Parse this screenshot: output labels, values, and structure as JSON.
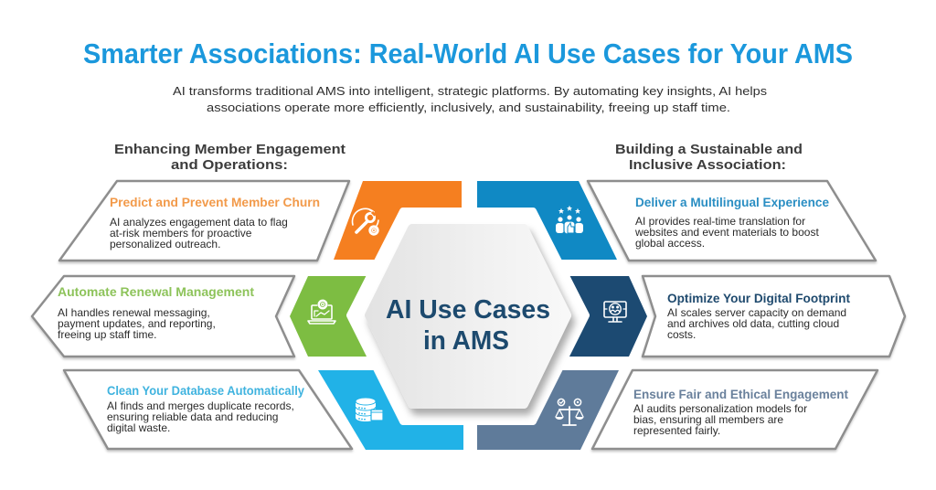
{
  "header": {
    "title": "Smarter Associations: Real-World AI Use Cases for Your AMS",
    "subtitle_lines": [
      "AI transforms traditional AMS into intelligent, strategic platforms. By automating key insights, AI helps",
      "associations operate more efficiently, inclusively, and sustainability, freeing up staff time."
    ]
  },
  "center": {
    "lines": [
      "AI Use Cases",
      "in AMS"
    ]
  },
  "colors": {
    "title": "#1b98dc",
    "heading": "#3c3c3c",
    "center_text": "#1d4a6e",
    "card_border": "#8e8e8e"
  },
  "sections": [
    {
      "heading_lines": [
        "Enhancing Member Engagement",
        "and Operations:"
      ],
      "cards": [
        {
          "title": "Predict and Prevent Member Churn",
          "description_lines": [
            "AI analyzes engagement data to flag",
            "at-risk members for proactive",
            "personalized outreach."
          ],
          "icon": "wrench-gear-icon",
          "accent": "#f57f20",
          "title_color": "#f29a4a"
        },
        {
          "title": "Automate Renewal Management",
          "description_lines": [
            "AI handles renewal messaging,",
            "payment updates, and reporting,",
            "freeing up staff time."
          ],
          "icon": "laptop-gear-icon",
          "accent": "#7dbd42",
          "title_color": "#8dc35a"
        },
        {
          "title": "Clean Your Database Automatically",
          "description_lines": [
            "AI finds and merges duplicate records,",
            "ensuring reliable data and reducing",
            "digital waste."
          ],
          "icon": "database-icon",
          "accent": "#21b2e7",
          "title_color": "#3fb3df"
        }
      ]
    },
    {
      "heading_lines": [
        "Building a Sustainable and",
        "Inclusive Association:"
      ],
      "cards": [
        {
          "title": "Deliver a Multilingual Experience",
          "description_lines": [
            "AI provides real-time translation for",
            "websites and event materials to boost",
            "global access."
          ],
          "icon": "team-stars-icon",
          "accent": "#1089c4",
          "title_color": "#2a8ec3"
        },
        {
          "title": "Optimize Your Digital Footprint",
          "description_lines": [
            "AI scales server capacity on demand",
            "and archives old data, cutting cloud",
            "costs."
          ],
          "icon": "monitor-globe-icon",
          "accent": "#1c4a72",
          "title_color": "#1f4a6e"
        },
        {
          "title": "Ensure Fair and Ethical Engagement",
          "description_lines": [
            "AI audits personalization models for",
            "bias, ensuring all members are",
            "represented fairly."
          ],
          "icon": "scales-icon",
          "accent": "#5f7b9a",
          "title_color": "#6a819c"
        }
      ]
    }
  ]
}
